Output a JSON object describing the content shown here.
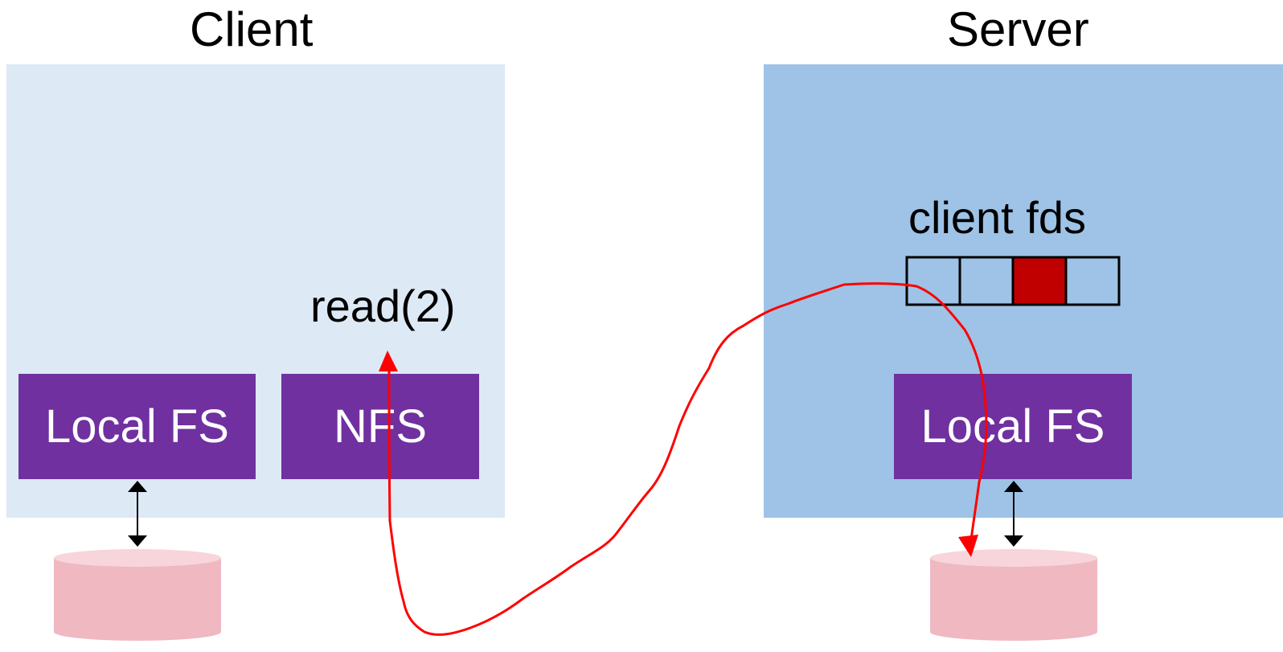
{
  "client": {
    "title": "Client",
    "local_fs_label": "Local FS",
    "nfs_label": "NFS",
    "call_label": "read(2)"
  },
  "server": {
    "title": "Server",
    "fd_table_label": "client fds",
    "fd_slot_count": 4,
    "fd_active_slot": 3,
    "local_fs_label": "Local FS"
  },
  "colors": {
    "client_region": "#dde9f5",
    "server_region": "#9ec3e6",
    "fs_block": "#7030a0",
    "disk_body": "#f0b8c1",
    "disk_top": "#f7d5db",
    "active_fd": "#c00000",
    "request_path": "#ff0000",
    "connector": "#000000"
  }
}
